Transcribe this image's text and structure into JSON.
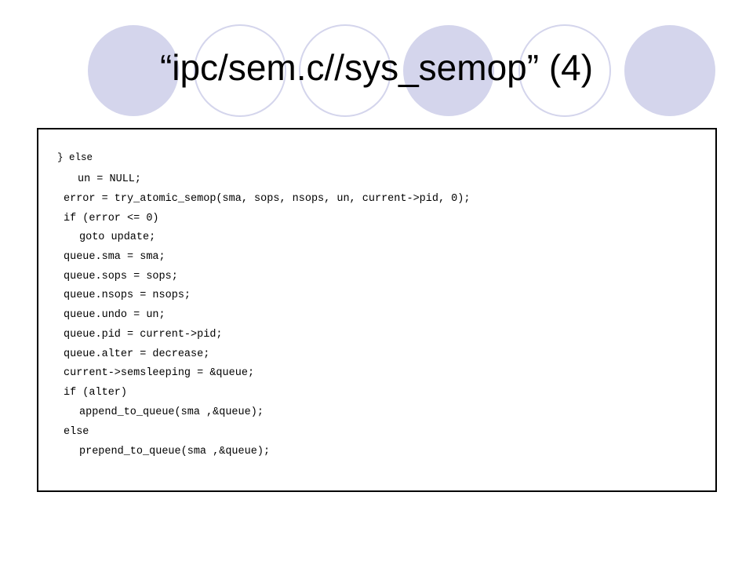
{
  "slide": {
    "title": "“ipc/sem.c//sys_semop” (4)",
    "code_lines": [
      "} else",
      "un = NULL;",
      "error = try_atomic_semop(sma, sops, nsops, un, current->pid, 0);",
      "if (error <= 0)",
      "goto update;",
      "queue.sma = sma;",
      "queue.sops = sops;",
      "queue.nsops = nsops;",
      "queue.undo = un;",
      "queue.pid = current->pid;",
      "queue.alter = decrease;",
      "current->semsleeping = &queue;",
      "if (alter)",
      "append_to_queue(sma ,&queue);",
      "else",
      "prepend_to_queue(sma ,&queue);"
    ]
  },
  "theme": {
    "circle_fill": "#d4d5ec",
    "circle_outline": "#ffffff"
  }
}
